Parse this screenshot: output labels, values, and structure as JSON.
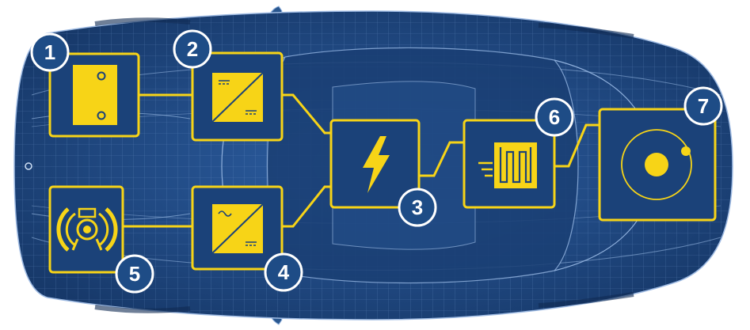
{
  "colors": {
    "car_body": "#1f4a84",
    "car_dark": "#17396a",
    "wireframe": "#6f95c9",
    "accent": "#f7d417",
    "badge_fill": "#1e4c86",
    "badge_ring": "#ffffff",
    "background": "#ffffff"
  },
  "components": [
    {
      "number": "1",
      "icon": "battery-icon"
    },
    {
      "number": "2",
      "icon": "dc-dc-converter-icon"
    },
    {
      "number": "3",
      "icon": "lightning-bolt-icon"
    },
    {
      "number": "4",
      "icon": "ac-dc-converter-icon"
    },
    {
      "number": "5",
      "icon": "electric-motor-icon"
    },
    {
      "number": "6",
      "icon": "heater-icon"
    },
    {
      "number": "7",
      "icon": "orbit-icon"
    }
  ]
}
